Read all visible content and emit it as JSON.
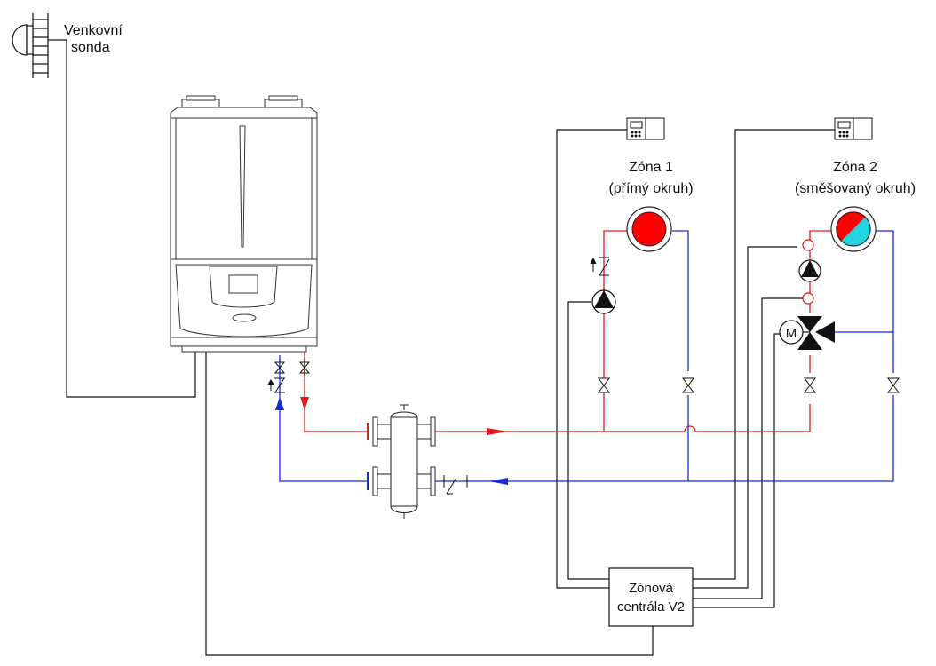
{
  "labels": {
    "sensor_line1": "Venkovní",
    "sensor_line2": "sonda",
    "zone1_title": "Zóna 1",
    "zone1_sub": "(přímý okruh)",
    "zone2_title": "Zóna 2",
    "zone2_sub": "(směšovaný okruh)",
    "central_line1": "Zónová",
    "central_line2": "centrála V2",
    "motor": "M"
  },
  "colors": {
    "supply": "#e41a1a",
    "return": "#1a2bd6",
    "wire": "#111111",
    "mix_cold": "#22d3e0"
  }
}
